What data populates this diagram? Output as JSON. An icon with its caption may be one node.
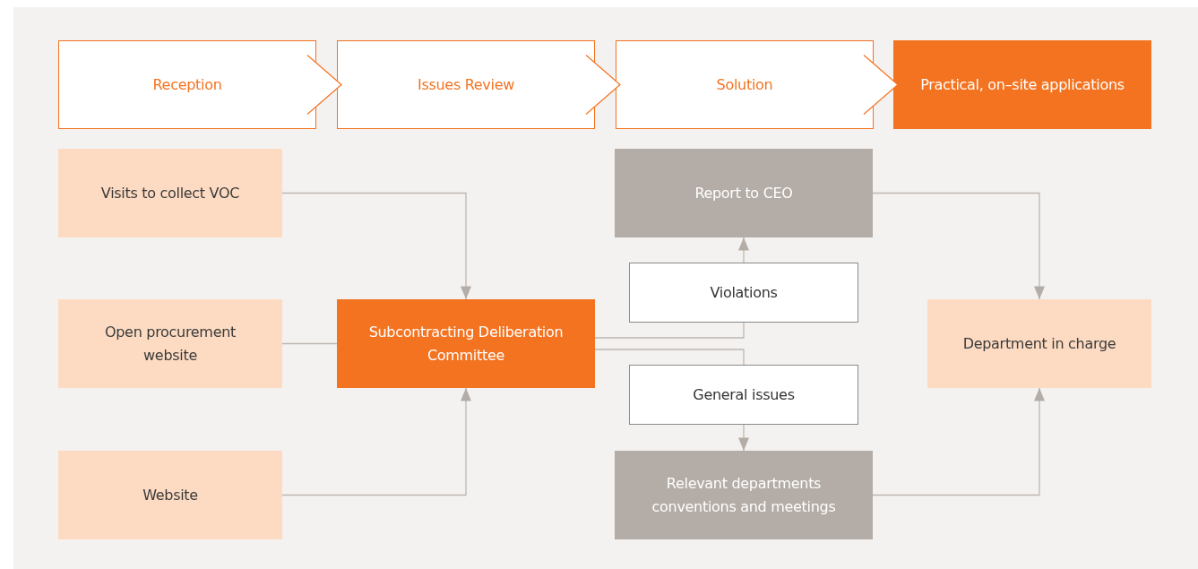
{
  "diagram": {
    "nodes": [
      {
        "text": [
          "Reception"
        ]
      },
      {
        "text": [
          "Issues Review"
        ]
      },
      {
        "text": [
          "Solution"
        ]
      },
      {
        "text": [
          "Practical, on–site applications"
        ]
      },
      {
        "text": [
          "Visits to collect VOC"
        ]
      },
      {
        "text": [
          "Open procurement website"
        ]
      },
      {
        "text": [
          "Website"
        ]
      },
      {
        "text": [
          "Subcontracting Deliberation Committee"
        ]
      },
      {
        "text": [
          "Report to CEO"
        ]
      },
      {
        "text": [
          "Violations"
        ]
      },
      {
        "text": [
          "General issues"
        ]
      },
      {
        "text": [
          "Relevant departments conventions and meetings"
        ]
      },
      {
        "text": [
          "Department in charge"
        ]
      }
    ],
    "edges": [
      {
        "from": 0,
        "to": 1,
        "arrow": "to",
        "color": "#f37321"
      },
      {
        "from": 1,
        "to": 2,
        "arrow": "to",
        "color": "#f37321"
      },
      {
        "from": 2,
        "to": 3,
        "arrow": "to",
        "color": "#f37321"
      },
      {
        "from": 4,
        "to": 7,
        "arrow": "to"
      },
      {
        "from": 5,
        "to": 7,
        "arrow": "none"
      },
      {
        "from": 6,
        "to": 7,
        "arrow": "to"
      },
      {
        "from": 7,
        "to": 9,
        "arrow": "none"
      },
      {
        "from": 9,
        "to": 8,
        "arrow": "to"
      },
      {
        "from": 7,
        "to": 10,
        "arrow": "none"
      },
      {
        "from": 10,
        "to": 11,
        "arrow": "to"
      },
      {
        "from": 8,
        "to": 12,
        "arrow": "to"
      },
      {
        "from": 11,
        "to": 12,
        "arrow": "to"
      }
    ]
  }
}
